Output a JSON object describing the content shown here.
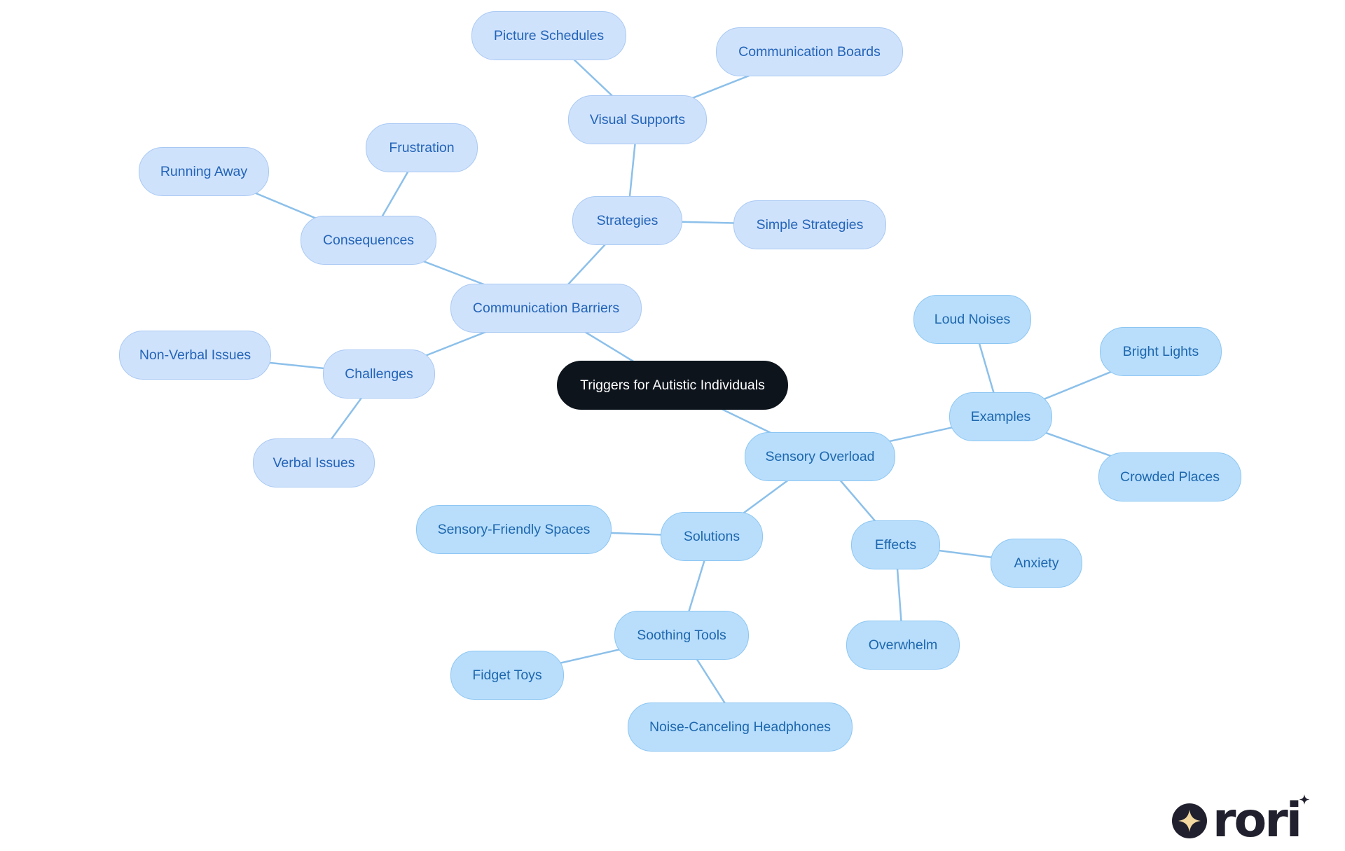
{
  "diagram": {
    "root": "Triggers for Autistic Individuals",
    "nodes": {
      "communication_barriers": "Communication Barriers",
      "strategies": "Strategies",
      "visual_supports": "Visual Supports",
      "picture_schedules": "Picture Schedules",
      "communication_boards": "Communication Boards",
      "simple_strategies": "Simple Strategies",
      "consequences": "Consequences",
      "frustration": "Frustration",
      "running_away": "Running Away",
      "challenges": "Challenges",
      "non_verbal_issues": "Non-Verbal Issues",
      "verbal_issues": "Verbal Issues",
      "sensory_overload": "Sensory Overload",
      "examples": "Examples",
      "loud_noises": "Loud Noises",
      "bright_lights": "Bright Lights",
      "crowded_places": "Crowded Places",
      "effects": "Effects",
      "anxiety": "Anxiety",
      "overwhelm": "Overwhelm",
      "solutions": "Solutions",
      "sensory_friendly_spaces": "Sensory-Friendly Spaces",
      "soothing_tools": "Soothing Tools",
      "fidget_toys": "Fidget Toys",
      "noise_canceling_headphones": "Noise-Canceling Headphones"
    },
    "edges": [
      [
        "root",
        "communication_barriers"
      ],
      [
        "root",
        "sensory_overload"
      ],
      [
        "communication_barriers",
        "strategies"
      ],
      [
        "strategies",
        "visual_supports"
      ],
      [
        "visual_supports",
        "picture_schedules"
      ],
      [
        "visual_supports",
        "communication_boards"
      ],
      [
        "strategies",
        "simple_strategies"
      ],
      [
        "communication_barriers",
        "consequences"
      ],
      [
        "consequences",
        "frustration"
      ],
      [
        "consequences",
        "running_away"
      ],
      [
        "communication_barriers",
        "challenges"
      ],
      [
        "challenges",
        "non_verbal_issues"
      ],
      [
        "challenges",
        "verbal_issues"
      ],
      [
        "sensory_overload",
        "examples"
      ],
      [
        "examples",
        "loud_noises"
      ],
      [
        "examples",
        "bright_lights"
      ],
      [
        "examples",
        "crowded_places"
      ],
      [
        "sensory_overload",
        "effects"
      ],
      [
        "effects",
        "anxiety"
      ],
      [
        "effects",
        "overwhelm"
      ],
      [
        "sensory_overload",
        "solutions"
      ],
      [
        "solutions",
        "sensory_friendly_spaces"
      ],
      [
        "solutions",
        "soothing_tools"
      ],
      [
        "soothing_tools",
        "fidget_toys"
      ],
      [
        "soothing_tools",
        "noise_canceling_headphones"
      ]
    ]
  },
  "colors": {
    "root_fill": "#0d141c",
    "branch_a_fill": "#cfe2fc",
    "branch_b_fill": "#b8defc",
    "text_blue": "#2364b8",
    "edge": "#8cc0ea",
    "logo_dark": "#20202e",
    "logo_star": "#f3d9a0"
  },
  "logo": {
    "text": "rori",
    "icon": "sparkle-icon"
  }
}
